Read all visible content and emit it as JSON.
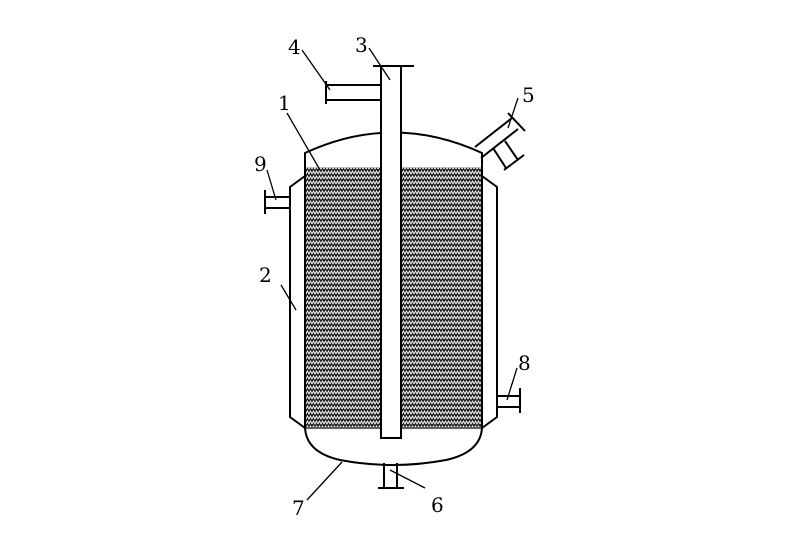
{
  "figure": {
    "labels": {
      "packing": "1",
      "jacket": "2",
      "central_pipe": "3",
      "inlet_pipe": "4",
      "top_nozzle": "5",
      "bottom_outlet": "6",
      "bottom_head": "7",
      "jacket_outlet": "8",
      "jacket_inlet": "9"
    },
    "colors": {
      "line": "#000000",
      "background": "#ffffff"
    }
  }
}
